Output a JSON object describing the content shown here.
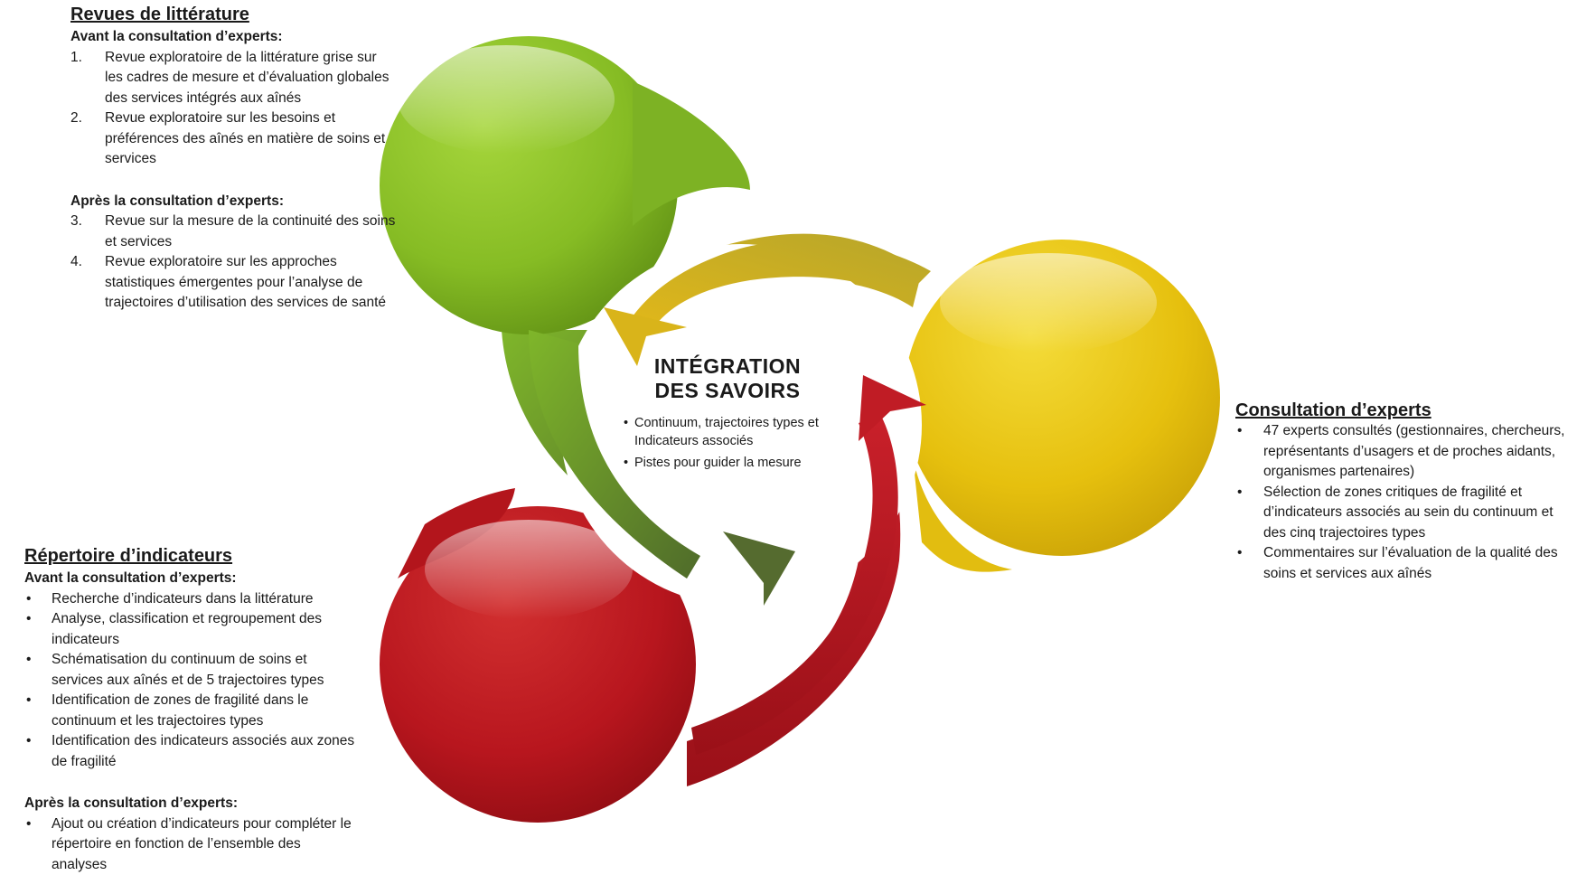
{
  "literature": {
    "title": "Revues de littérature",
    "before_heading": "Avant la consultation d’experts:",
    "before_items": [
      {
        "n": "1.",
        "text": "Revue exploratoire de la littérature grise sur les cadres de mesure et d’évaluation globales des services intégrés aux aînés"
      },
      {
        "n": "2.",
        "text": "Revue exploratoire sur les besoins et préférences des aînés en matière de soins et services"
      }
    ],
    "after_heading": "Après la consultation d’experts:",
    "after_items": [
      {
        "n": "3.",
        "text": "Revue sur la mesure de la continuité des soins et services"
      },
      {
        "n": "4.",
        "text": "Revue exploratoire sur les approches statistiques émergentes pour l’analyse de trajectoires d’utilisation des services de santé"
      }
    ]
  },
  "experts": {
    "title": "Consultation d’experts",
    "bullet": "•",
    "items": [
      "47 experts consultés (gestionnaires, chercheurs, représentants d’usagers et de proches aidants, organismes partenaires)",
      "Sélection de zones critiques de fragilité et d’indicateurs associés au sein du continuum et des cinq trajectoires types",
      "Commentaires sur l’évaluation de la qualité des soins et services aux aînés"
    ]
  },
  "repertoire": {
    "title": "Répertoire d’indicateurs",
    "bullet": "•",
    "before_heading": "Avant la consultation d’experts:",
    "before_items": [
      "Recherche d’indicateurs dans la littérature",
      "Analyse, classification et regroupement des indicateurs",
      "Schématisation du continuum de soins et services aux aînés et de 5 trajectoires types",
      "Identification de zones de fragilité dans le continuum et les trajectoires types",
      "Identification des indicateurs associés aux zones de fragilité"
    ],
    "after_heading": "Après la consultation d’experts:",
    "after_items": [
      "Ajout ou création d’indicateurs pour compléter le répertoire en fonction de l’ensemble des analyses"
    ]
  },
  "center": {
    "title_line1": "Intégration",
    "title_line2": "des savoirs",
    "bullet": "•",
    "items": [
      "Continuum, trajectoires types et Indicateurs associés",
      "Pistes pour guider la mesure"
    ]
  },
  "colors": {
    "green": "#7fb62a",
    "yellow": "#e8c40e",
    "red": "#b5161f",
    "olive_arrow": "#556b2f"
  }
}
